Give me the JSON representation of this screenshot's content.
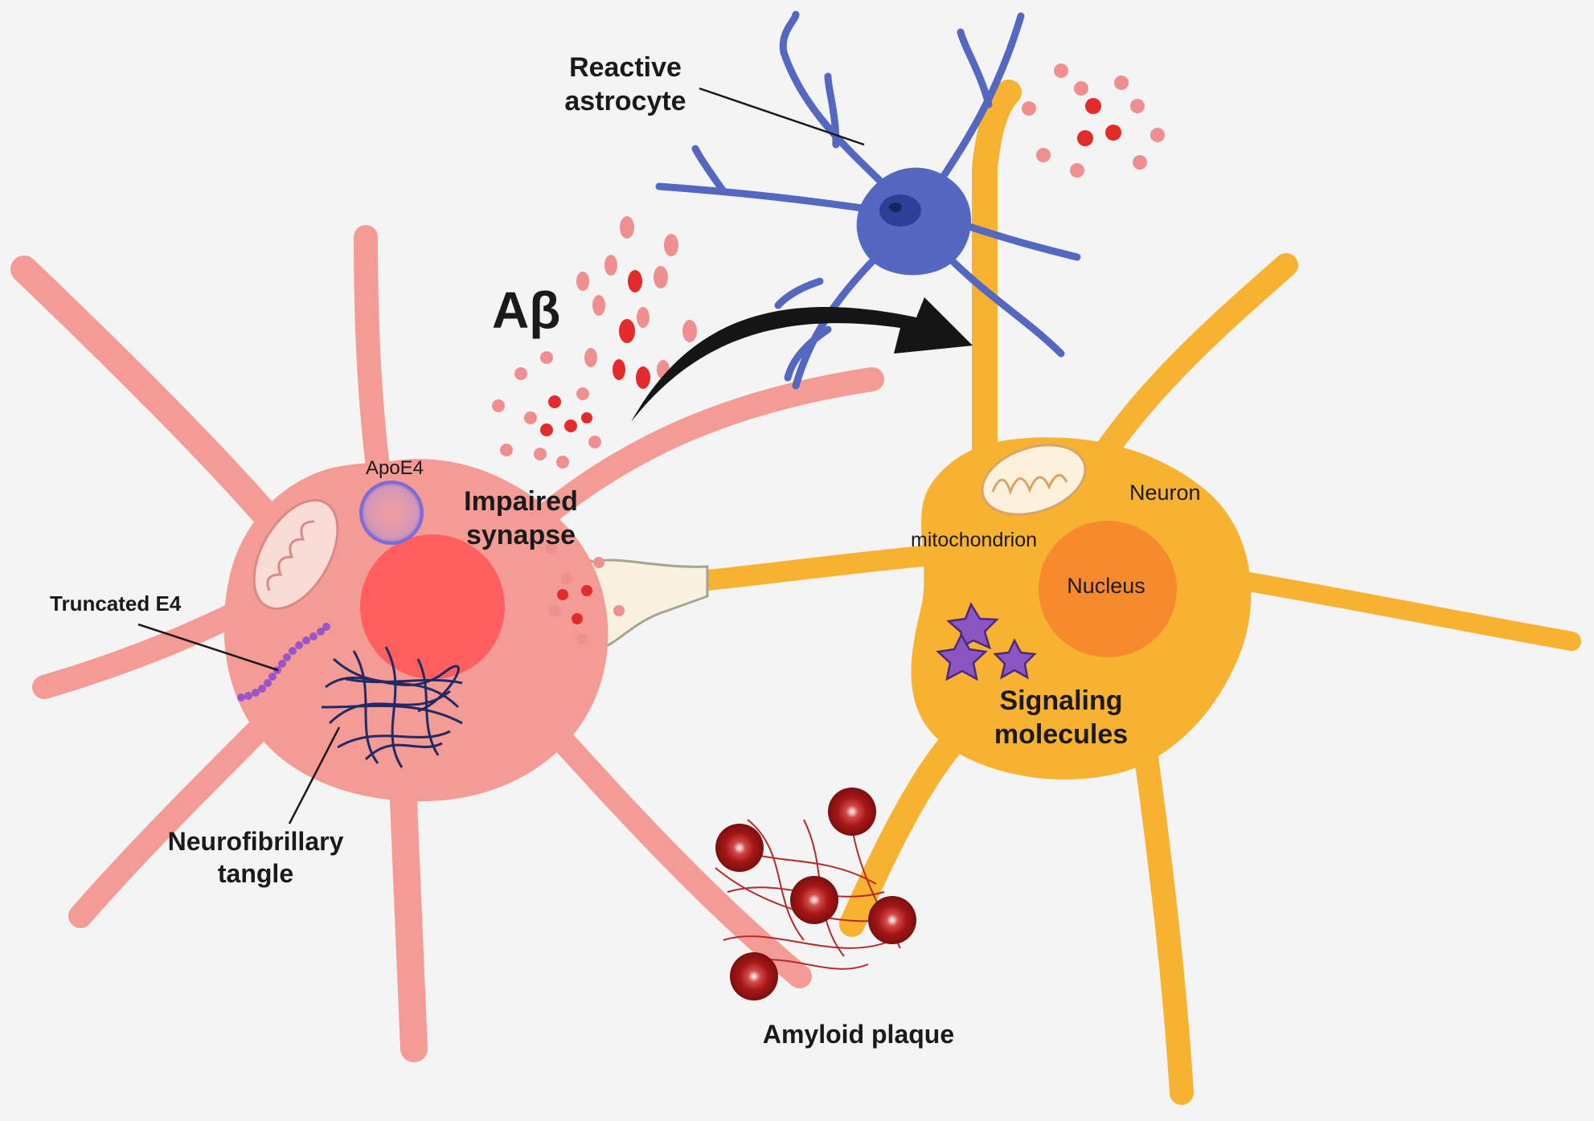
{
  "labels": {
    "reactive_astrocyte_line1": "Reactive",
    "reactive_astrocyte_line2": "astrocyte",
    "abeta": "Aβ",
    "apoe4": "ApoE4",
    "impaired_line1": "Impaired",
    "impaired_line2": "synapse",
    "truncated_e4": "Truncated E4",
    "neurofibrillary_line1": "Neurofibrillary",
    "neurofibrillary_line2": "tangle",
    "neuron": "Neuron",
    "mitochondrion": "mitochondrion",
    "nucleus": "Nucleus",
    "signaling_line1": "Signaling",
    "signaling_line2": "molecules",
    "amyloid_plaque": "Amyloid plaque"
  },
  "colors": {
    "background": "#f4f4f4",
    "diseased_neuron": "#f59b96",
    "diseased_nucleus": "#ff5f5f",
    "healthy_neuron": "#f8b232",
    "healthy_nucleus": "#f68a2c",
    "astrocyte": "#5468c2",
    "astrocyte_nucleus": "#2e3f99",
    "abeta_red": "#e32b2b",
    "plaque": "#b01d1d",
    "tangle": "#222a66",
    "signaling": "#8b55c4",
    "arrow": "#151515"
  }
}
